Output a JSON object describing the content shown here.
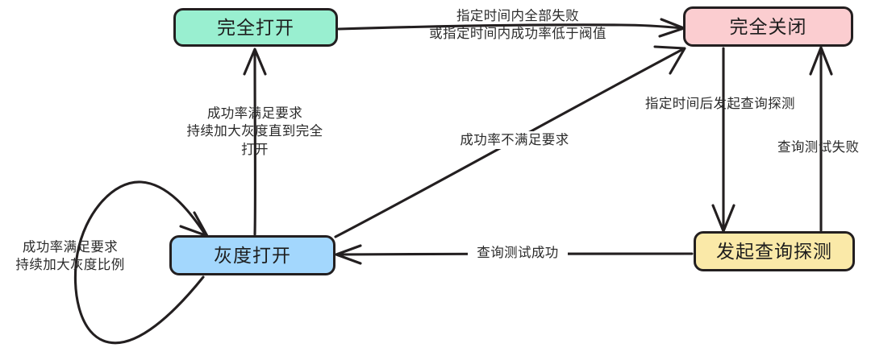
{
  "diagram": {
    "type": "state-machine",
    "title": "",
    "nodes": [
      {
        "id": "fully_open",
        "label": "完全打开",
        "color": "#99efd0"
      },
      {
        "id": "fully_closed",
        "label": "完全关闭",
        "color": "#fbcdd0"
      },
      {
        "id": "gray_open",
        "label": "灰度打开",
        "color": "#a3d7fd"
      },
      {
        "id": "probe",
        "label": "发起查询探测",
        "color": "#fae9a8"
      }
    ],
    "edges": [
      {
        "id": "open_to_closed",
        "from": "fully_open",
        "to": "fully_closed",
        "label_lines": [
          "指定时间内全部失败",
          "或指定时间内成功率低于阀值"
        ]
      },
      {
        "id": "gray_to_open",
        "from": "gray_open",
        "to": "fully_open",
        "label_lines": [
          "成功率满足要求",
          "持续加大灰度直到完全",
          "打开"
        ]
      },
      {
        "id": "gray_self_loop",
        "from": "gray_open",
        "to": "gray_open",
        "label_lines": [
          "成功率满足要求",
          "持续加大灰度比例"
        ]
      },
      {
        "id": "gray_to_closed",
        "from": "gray_open",
        "to": "fully_closed",
        "label_lines": [
          "成功率不满足要求"
        ]
      },
      {
        "id": "closed_to_probe",
        "from": "fully_closed",
        "to": "probe",
        "label_lines": [
          "指定时间后发起查询探测"
        ]
      },
      {
        "id": "probe_to_closed",
        "from": "probe",
        "to": "fully_closed",
        "label_lines": [
          "查询测试失败"
        ]
      },
      {
        "id": "probe_to_gray",
        "from": "probe",
        "to": "gray_open",
        "label_lines": [
          "查询测试成功"
        ]
      }
    ],
    "stroke_color": "#231f20",
    "text_color": "#2b2b2b"
  }
}
